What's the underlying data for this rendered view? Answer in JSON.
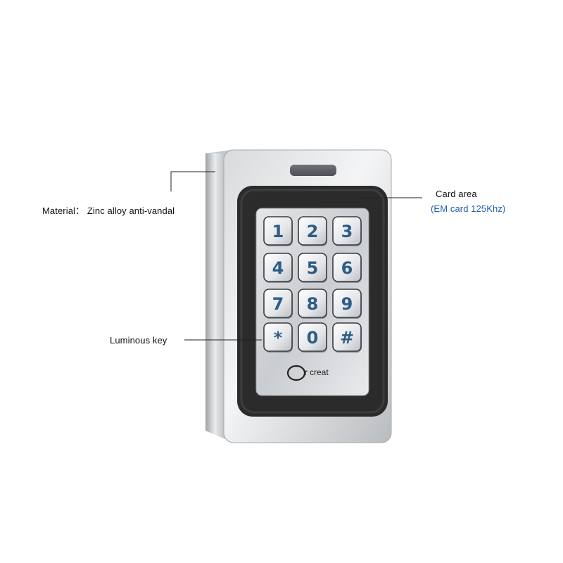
{
  "callouts": {
    "material": "Material： Zinc alloy anti-vandal",
    "card_area": "Card area",
    "card_spec": "(EM card 125Khz)",
    "luminous_key": "Luminous key"
  },
  "keypad": {
    "keys": [
      "1",
      "2",
      "3",
      "4",
      "5",
      "6",
      "7",
      "8",
      "9",
      "*",
      "0",
      "#"
    ]
  },
  "brand": {
    "logo_mark": "Or",
    "logo_text": "creat"
  },
  "colors": {
    "key_digit": "#2e5d86",
    "card_spec_text": "#1f5fb0",
    "bezel": "#2b2b2b"
  }
}
